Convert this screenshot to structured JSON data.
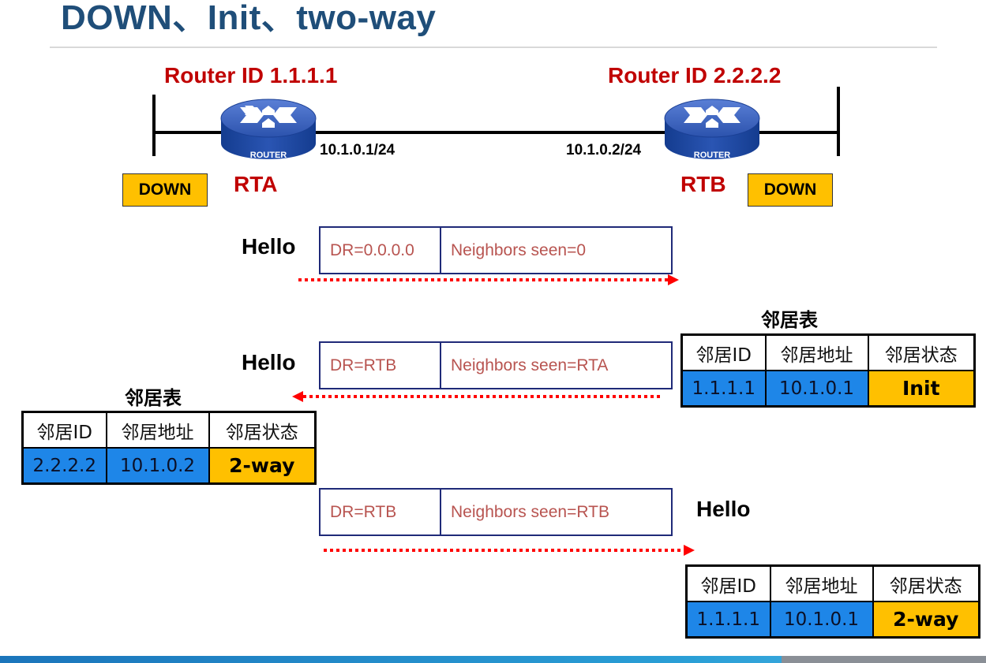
{
  "title": "DOWN、Init、two-way",
  "routers": [
    {
      "router_id_label": "Router ID 1.1.1.1",
      "name": "RTA",
      "ip": "10.1.0.1/24",
      "state": "DOWN",
      "icon_label": "ROUTER"
    },
    {
      "router_id_label": "Router ID 2.2.2.2",
      "name": "RTB",
      "ip": "10.1.0.2/24",
      "state": "DOWN",
      "icon_label": "ROUTER"
    }
  ],
  "hello_label": "Hello",
  "neighbor_table_label": "邻居表",
  "packets": [
    {
      "dr": "DR=0.0.0.0",
      "neighbors": "Neighbors seen=0"
    },
    {
      "dr": "DR=RTB",
      "neighbors": "Neighbors seen=RTA"
    },
    {
      "dr": "DR=RTB",
      "neighbors": "Neighbors seen=RTB"
    }
  ],
  "table_headers": [
    "邻居ID",
    "邻居地址",
    "邻居状态"
  ],
  "tables": [
    {
      "id": "1.1.1.1",
      "addr": "10.1.0.1",
      "state": "Init"
    },
    {
      "id": "2.2.2.2",
      "addr": "10.1.0.2",
      "state": "2-way"
    },
    {
      "id": "1.1.1.1",
      "addr": "10.1.0.1",
      "state": "2-way"
    }
  ],
  "colors": {
    "title": "#1f4e79",
    "router_text": "#c00000",
    "state_fill": "#ffc000",
    "cell_blue": "#1e86e8",
    "packet_border": "#1f2a78",
    "packet_text": "#b85450",
    "arrow": "#ff0000"
  }
}
